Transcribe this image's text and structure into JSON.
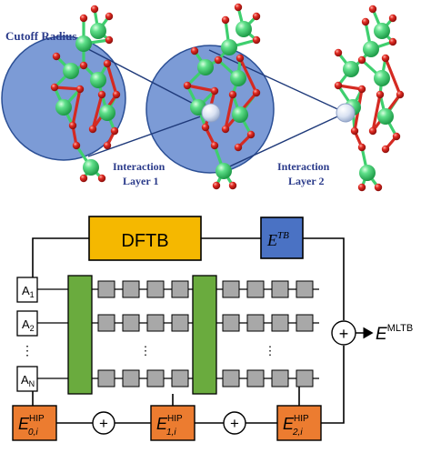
{
  "top_panel": {
    "cutoff_label": "Cutoff Radius",
    "layer1_label": [
      "Interaction",
      "Layer 1"
    ],
    "layer2_label": [
      "Interaction",
      "Layer 2"
    ]
  },
  "bottom_panel": {
    "dftb_label": "DFTB",
    "etb_label": {
      "base": "E",
      "sup": "TB"
    },
    "emltb_label": {
      "base": "E",
      "sup": "MLTB"
    },
    "atom_inputs": [
      {
        "base": "A",
        "sub": "1"
      },
      {
        "base": "A",
        "sub": "2"
      },
      {
        "base": "A",
        "sub": "N"
      }
    ],
    "vertical_ellipsis": "⋮",
    "plus_sign": "+",
    "hip_terms": [
      {
        "base": "E",
        "sup": "HIP",
        "sub": "0,i"
      },
      {
        "base": "E",
        "sup": "HIP",
        "sub": "1,i"
      },
      {
        "base": "E",
        "sup": "HIP",
        "sub": "2,i"
      }
    ]
  },
  "colors": {
    "circle_fill": "#7c9bd6",
    "circle_stroke": "#2b4f95",
    "atom_green": "#39c86a",
    "atom_red": "#d8231f",
    "dftb_fill": "#f5b800",
    "etb_fill": "#4a72c4",
    "nn_green": "#6aab3e",
    "neuron_gray": "#a8a8a8",
    "hip_orange": "#ec7c30",
    "label_blue": "#2a3a8a"
  }
}
